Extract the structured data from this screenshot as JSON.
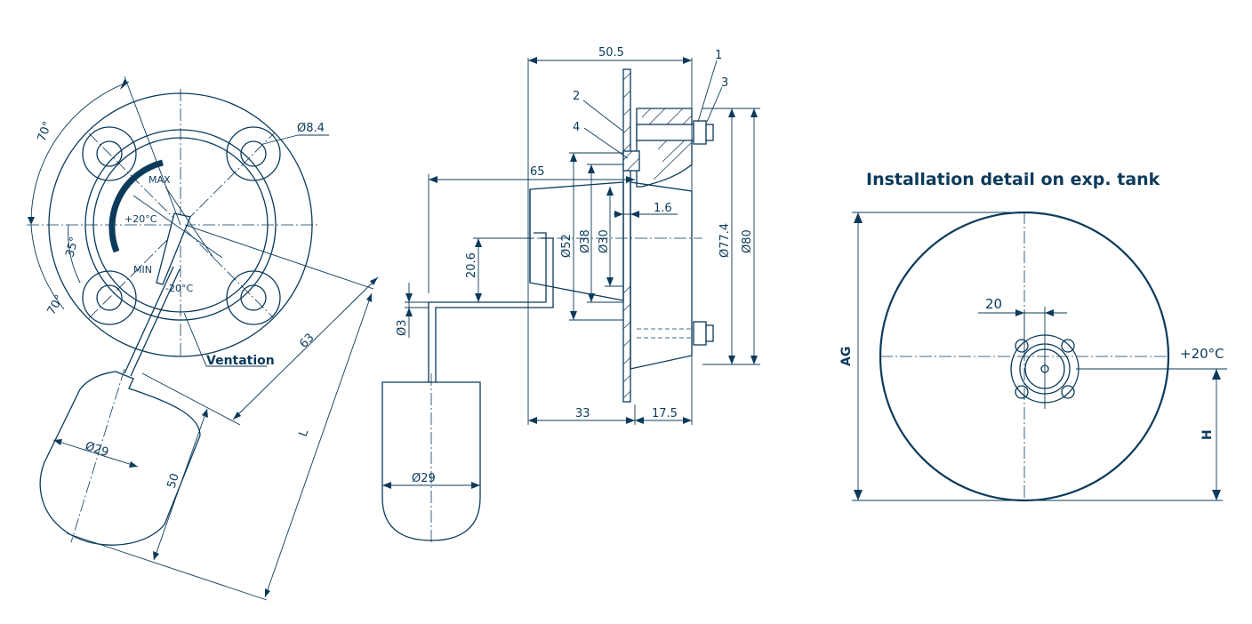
{
  "front_view": {
    "angle_top": "70°",
    "angle_mid": "35°",
    "angle_bottom": "70°",
    "hole_dia": "Ø8.4",
    "max_label": "MAX",
    "mid_temp": "+20°C",
    "min_label": "MIN",
    "low_temp": "-20°C",
    "ventation": "Ventation",
    "dim_63": "63",
    "dim_L": "L",
    "float_dia": "Ø29",
    "float_len": "50"
  },
  "side_view": {
    "dim_50_5": "50.5",
    "dim_65": "65",
    "dim_1_6": "1.6",
    "dim_52": "Ø52",
    "dim_38": "Ø38",
    "dim_30": "Ø30",
    "dim_77_4": "Ø77.4",
    "dim_80": "Ø80",
    "dim_20_6": "20.6",
    "dim_3": "Ø3",
    "dim_33": "33",
    "dim_17_5": "17.5",
    "float_dia": "Ø29",
    "item_1": "1",
    "item_2": "2",
    "item_3": "3",
    "item_4": "4"
  },
  "install": {
    "title": "Installation detail on exp. tank",
    "dim_20": "20",
    "temp": "+20°C",
    "AG": "AG",
    "H": "H"
  }
}
